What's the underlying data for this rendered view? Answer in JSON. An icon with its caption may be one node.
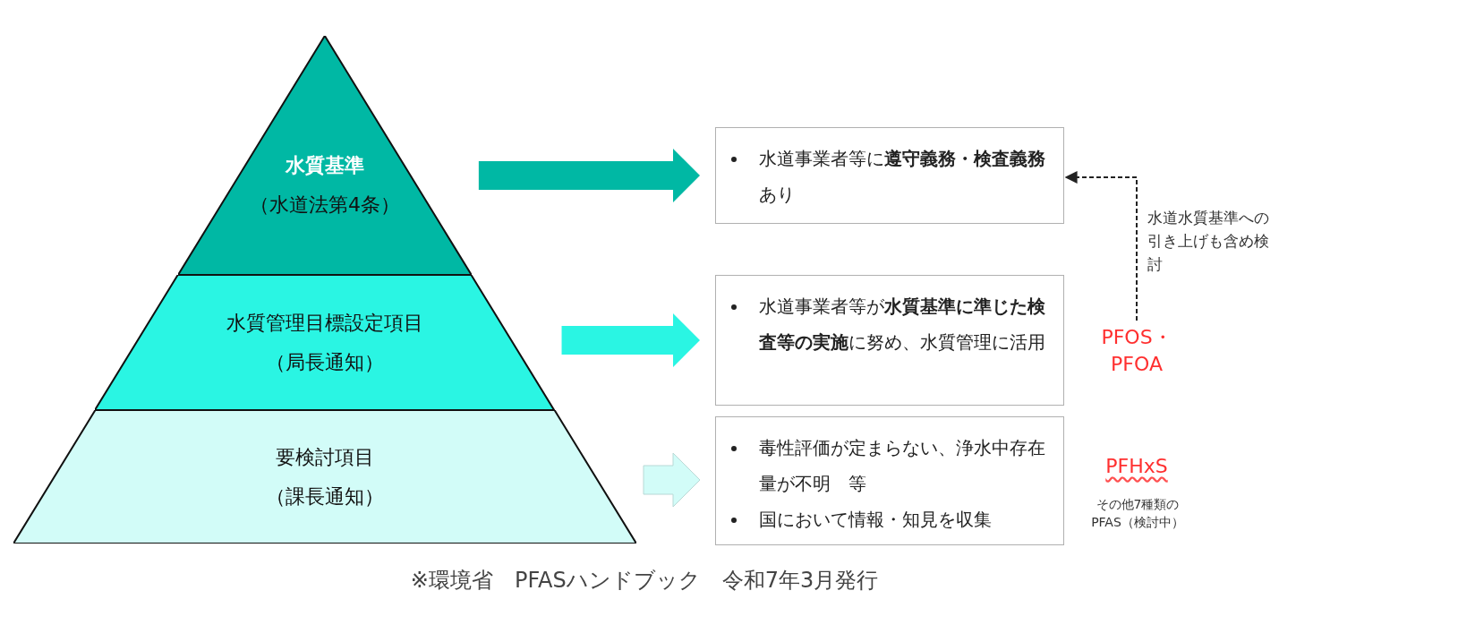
{
  "diagram": {
    "caption": "※環境省　PFASハンドブック　令和7年3月発行",
    "nodes": [
      {
        "text": [
          "水質基準",
          "（水道法第4条）"
        ]
      },
      {
        "text": [
          "水質管理目標設定項目",
          "（局長通知）"
        ]
      },
      {
        "text": [
          "要検討項目",
          "（課長通知）"
        ]
      },
      {
        "text": [
          "水道事業者等に**遵守義務・検査義務**あり"
        ]
      },
      {
        "text": [
          "水道事業者等が**水質基準に準じた検査等の実施**に努め、水質管理に活用"
        ]
      },
      {
        "text": [
          "毒性評価が定まらない、浄水中存在量が不明　等",
          "国において情報・知見を収集"
        ]
      },
      {
        "text": [
          "PFOS・PFOA"
        ]
      }
    ],
    "edges": [
      {
        "from": 0,
        "to": 3,
        "arrow": "to",
        "style": "thick",
        "color": "#00b8a4"
      },
      {
        "from": 1,
        "to": 4,
        "arrow": "to",
        "style": "thick",
        "color": "#2af5e3"
      },
      {
        "from": 2,
        "to": 5,
        "arrow": "to",
        "style": "thick",
        "color": "#d2fcf8"
      },
      {
        "from": 6,
        "to": 3,
        "arrow": "to",
        "style": "dashed",
        "label": "水道水質基準への引き上げも含め検討"
      }
    ],
    "labels": [
      "PFHxS",
      "その他7種類のPFAS（検討中）"
    ]
  }
}
